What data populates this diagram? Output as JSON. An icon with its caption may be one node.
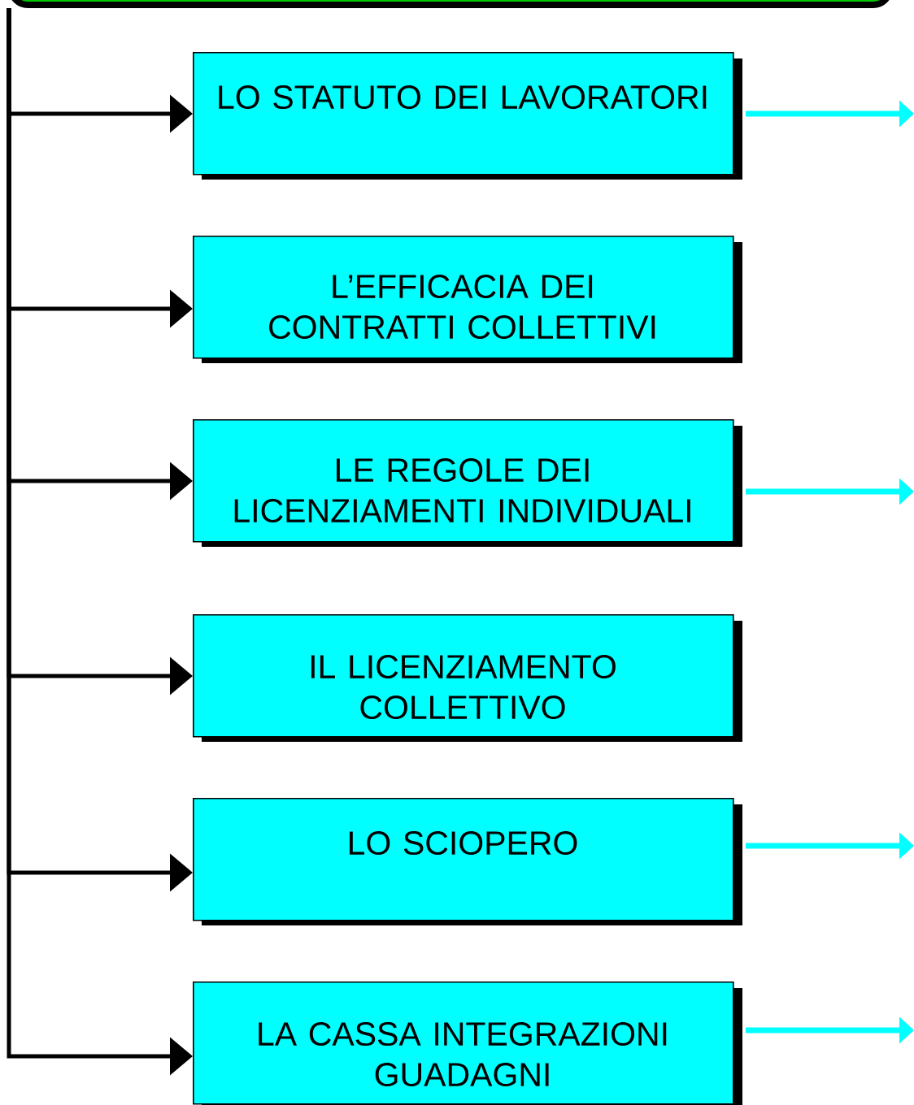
{
  "diagram": {
    "nodes": [
      {
        "text": [],
        "shape": "box"
      },
      {
        "text": [
          "LO STATUTO DEI LAVORATORI"
        ]
      },
      {
        "text": [
          "L’EFFICACIA DEI CONTRATTI COLLETTIVI"
        ]
      },
      {
        "text": [
          "LE REGOLE DEI LICENZIAMENTI INDIVIDUALI"
        ]
      },
      {
        "text": [
          "IL LICENZIAMENTO COLLETTIVO"
        ]
      },
      {
        "text": [
          "LO SCIOPERO"
        ]
      },
      {
        "text": [
          "LA CASSA INTEGRAZIONI GUADAGNI"
        ]
      }
    ],
    "edges": [
      {
        "from": 0,
        "to": 1,
        "arrow": "to"
      },
      {
        "from": 0,
        "to": 2,
        "arrow": "to"
      },
      {
        "from": 0,
        "to": 3,
        "arrow": "to"
      },
      {
        "from": 0,
        "to": 4,
        "arrow": "to"
      },
      {
        "from": 0,
        "to": 5,
        "arrow": "to"
      },
      {
        "from": 0,
        "to": 6,
        "arrow": "to"
      },
      {
        "from": 1,
        "to": null,
        "arrow": "to",
        "color": "#00ffff"
      },
      {
        "from": 3,
        "to": null,
        "arrow": "to",
        "color": "#00ffff"
      },
      {
        "from": 5,
        "to": null,
        "arrow": "to",
        "color": "#00ffff"
      },
      {
        "from": 6,
        "to": null,
        "arrow": "to",
        "color": "#00ffff"
      }
    ]
  }
}
